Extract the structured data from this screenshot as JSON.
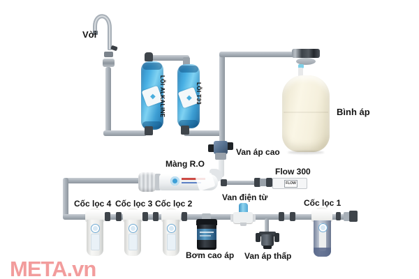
{
  "diagram": {
    "labels": {
      "faucet": "Vòi",
      "alkaline_filter": "LÕI ALKALINE",
      "t33_filter": "LÕI T33",
      "pressure_tank": "Bình áp",
      "high_pressure_valve": "Van áp cao",
      "ro_membrane": "Màng R.O",
      "flow_restrictor": "Flow 300",
      "solenoid_valve": "Van điện từ",
      "filter_cup_4": "Cốc lọc 4",
      "filter_cup_3": "Cốc lọc 3",
      "filter_cup_2": "Cốc lọc 2",
      "filter_cup_1": "Cốc lọc 1",
      "high_pressure_pump": "Bơm cao áp",
      "low_pressure_valve": "Van áp thấp"
    },
    "device_texts": {
      "flow_device": "FLOW"
    },
    "watermark": "META.vn",
    "colors": {
      "pipe_gray": "#aab2ba",
      "filter_blue": "#3aa6dc",
      "tank_cream": "#f5f0dd",
      "pump_black": "#14171b",
      "watermark_red": "#e95a5a",
      "label_text": "#141414"
    }
  }
}
